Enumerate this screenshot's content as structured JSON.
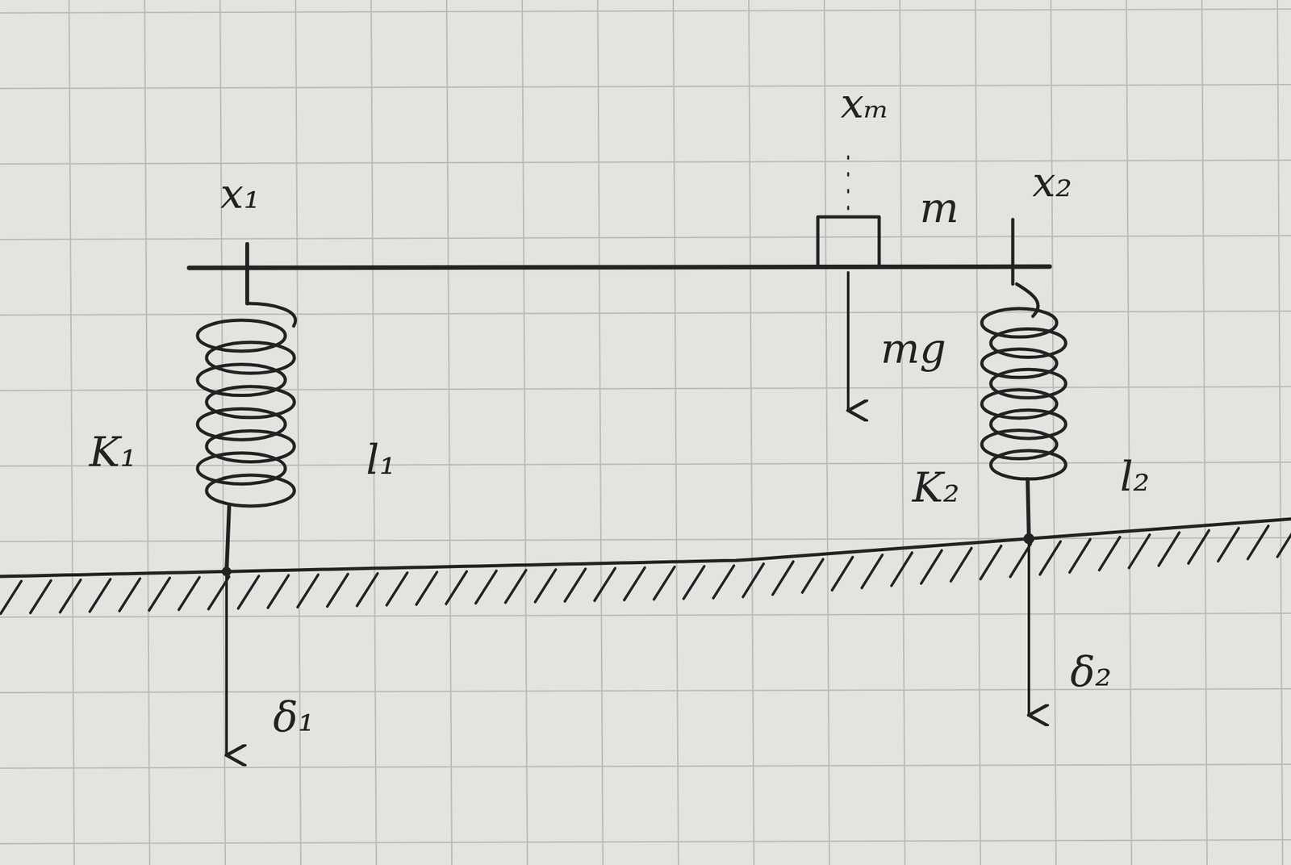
{
  "diagram": {
    "labels": [
      "xₘ",
      "x₁",
      "m",
      "x₂",
      "mg",
      "K₁",
      "l₁",
      "K₂",
      "l₂",
      "δ₁",
      "δ₂"
    ]
  }
}
